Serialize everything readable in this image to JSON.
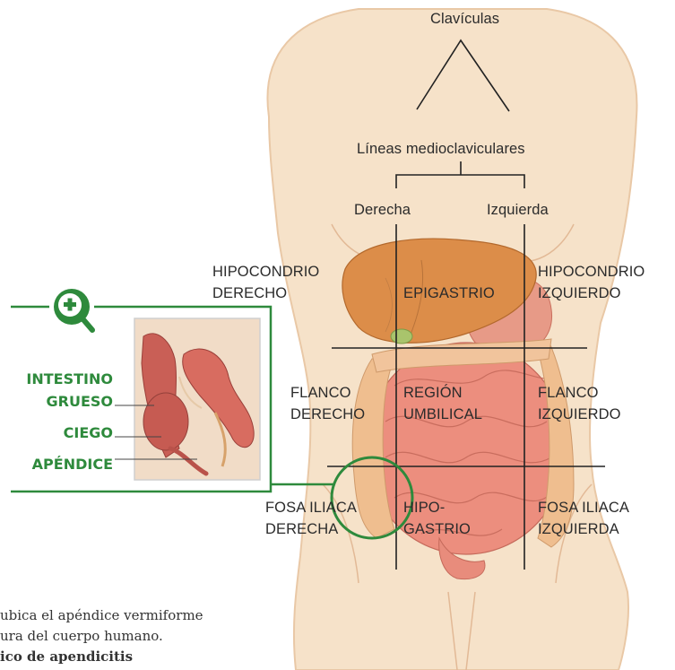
{
  "labels": {
    "claviculas": "Clavículas",
    "lineas": "Líneas medioclaviculares",
    "derecha": "Derecha",
    "izquierda": "Izquierda",
    "hipocondrio_der_1": "HIPOCONDRIO",
    "hipocondrio_der_2": "DERECHO",
    "epigastrio": "EPIGASTRIO",
    "hipocondrio_izq_1": "HIPOCONDRIO",
    "hipocondrio_izq_2": "IZQUIERDO",
    "flanco_der_1": "FLANCO",
    "flanco_der_2": "DERECHO",
    "region_umb_1": "REGIÓN",
    "region_umb_2": "UMBILICAL",
    "flanco_izq_1": "FLANCO",
    "flanco_izq_2": "IZQUIERDO",
    "fosa_der_1": "FOSA ILIACA",
    "fosa_der_2": "DERECHA",
    "hipo_1": "HIPO-",
    "hipo_2": "GASTRIO",
    "fosa_izq_1": "FOSA ILIACA",
    "fosa_izq_2": "IZQUIERDA"
  },
  "inset": {
    "intestino_1": "INTESTINO",
    "intestino_2": "GRUESO",
    "ciego": "CIEGO",
    "apendice": "APÉNDICE",
    "icon": "magnify-plus-icon"
  },
  "caption": {
    "line1": "ubica el apéndice vermiforme",
    "line2": "ura del cuerpo humano.",
    "line3": "ico de apendicitis"
  },
  "colors": {
    "accent_green": "#2e8a3c",
    "body_skin": "#f5dfc4",
    "liver": "#d98a45",
    "intestine": "#e88878",
    "colon": "#eab88a"
  }
}
